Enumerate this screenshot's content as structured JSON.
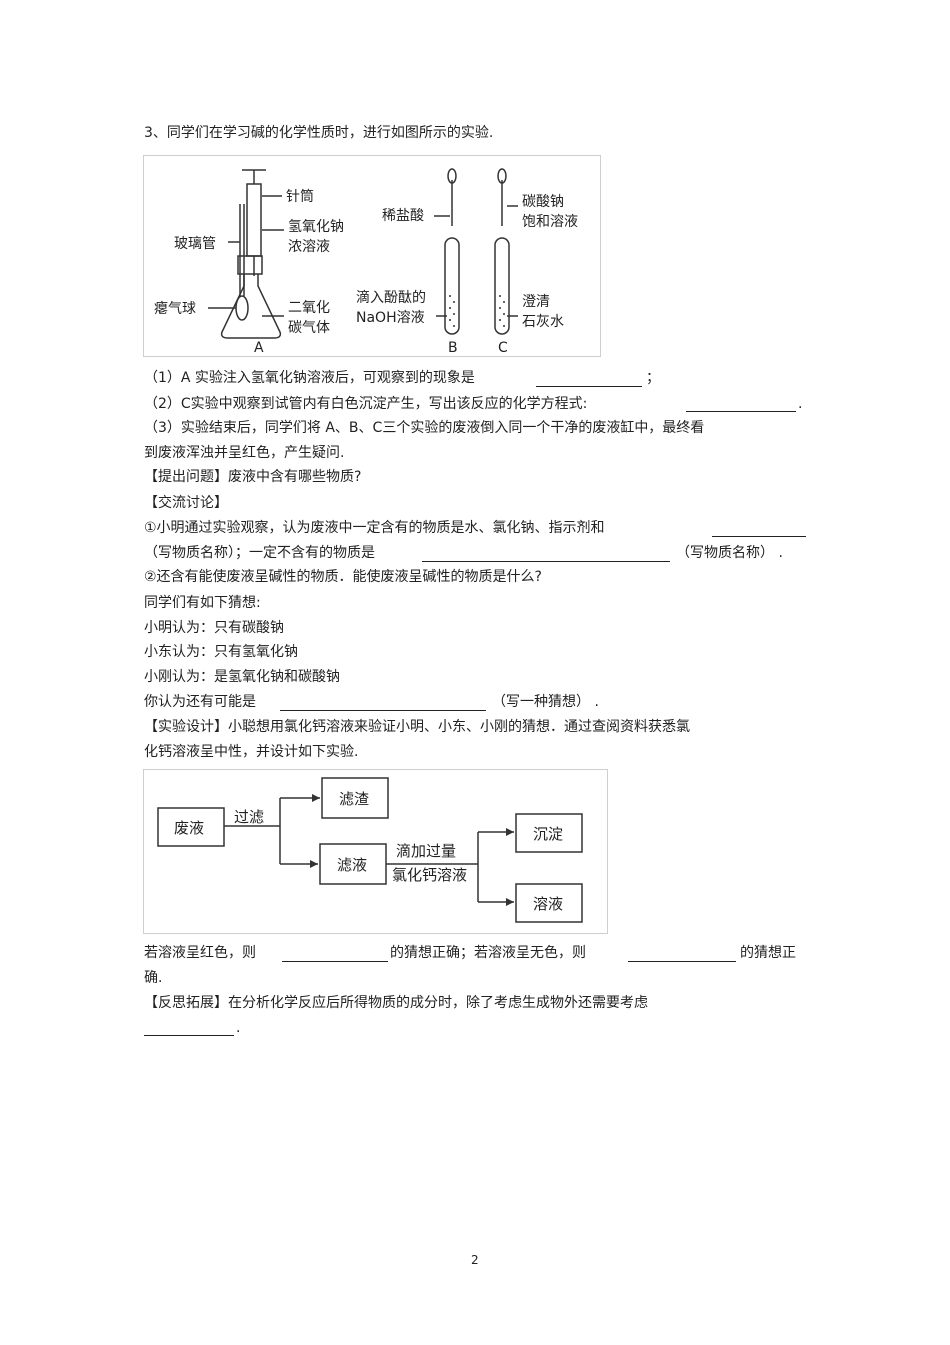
{
  "question": {
    "title": "3、同学们在学习碱的化学性质时，进行如图所示的实验.",
    "figure1": {
      "labels": {
        "syringe": "针筒",
        "naoh_conc": "氢氧化钠",
        "naoh_conc2": "浓溶液",
        "glass_tube": "玻璃管",
        "balloon": "瘪气球",
        "co2": "二氧化",
        "co2b": "碳气体",
        "dilute_hcl": "稀盐酸",
        "phenol": "滴入酚酞的",
        "naoh_sol": "NaOH溶液",
        "na2co3": "碳酸钠",
        "na2co3b": "饱和溶液",
        "limewater": "澄清",
        "limewaterb": "石灰水",
        "a": "A",
        "b": "B",
        "c": "C"
      }
    },
    "q1": {
      "text": "（1）A 实验注入氢氧化钠溶液后，可观察到的现象是",
      "end": "；"
    },
    "q2": {
      "text": "（2）C实验中观察到试管内有白色沉淀产生，写出该反应的化学方程式:",
      "end": "."
    },
    "q3": {
      "line1": "（3）实验结束后，同学们将   A、B、C三个实验的废液倒入同一个干净的废液缸中，最终看",
      "line2": "到废液浑浊并呈红色，产生疑问."
    },
    "problem": "【提出问题】废液中含有哪些物质?",
    "discuss": "【交流讨论】",
    "d1": {
      "line1": "①小明通过实验观察，认为废液中一定含有的物质是水、氯化钠、指示剂和",
      "line2a": "（写物质名称）；一定不含有的物质是",
      "line2b": "（写物质名称）  ."
    },
    "d2": "②还含有能使废液呈碱性的物质．能使废液呈碱性的物质是什么?",
    "guesses_intro": "同学们有如下猜想:",
    "g1": "小明认为：只有碳酸钠",
    "g2": "小东认为：只有氢氧化钠",
    "g3": "小刚认为：是氢氧化钠和碳酸钠",
    "g4": {
      "a": "你认为还有可能是",
      "b": "（写一种猜想）  ."
    },
    "design": {
      "line1": "【实验设计】小聪想用氯化钙溶液来验证小明、小东、小刚的猜想．通过查阅资料获悉氯",
      "line2": "化钙溶液呈中性，并设计如下实验."
    },
    "figure2": {
      "waste": "废液",
      "filter": "过滤",
      "residue": "滤渣",
      "filtrate": "滤液",
      "add1": "滴加过量",
      "add2": "氯化钙溶液",
      "precipitate": "沉淀",
      "solution": "溶液"
    },
    "result": {
      "a": "若溶液呈红色，则",
      "b": "的猜想正确；若溶液呈无色，则",
      "c": "的猜想正",
      "d": "确."
    },
    "reflect": "【反思拓展】在分析化学反应后所得物质的成分时，除了考虑生成物外还需要考虑",
    "reflect_end": ".",
    "page_number": "2"
  }
}
